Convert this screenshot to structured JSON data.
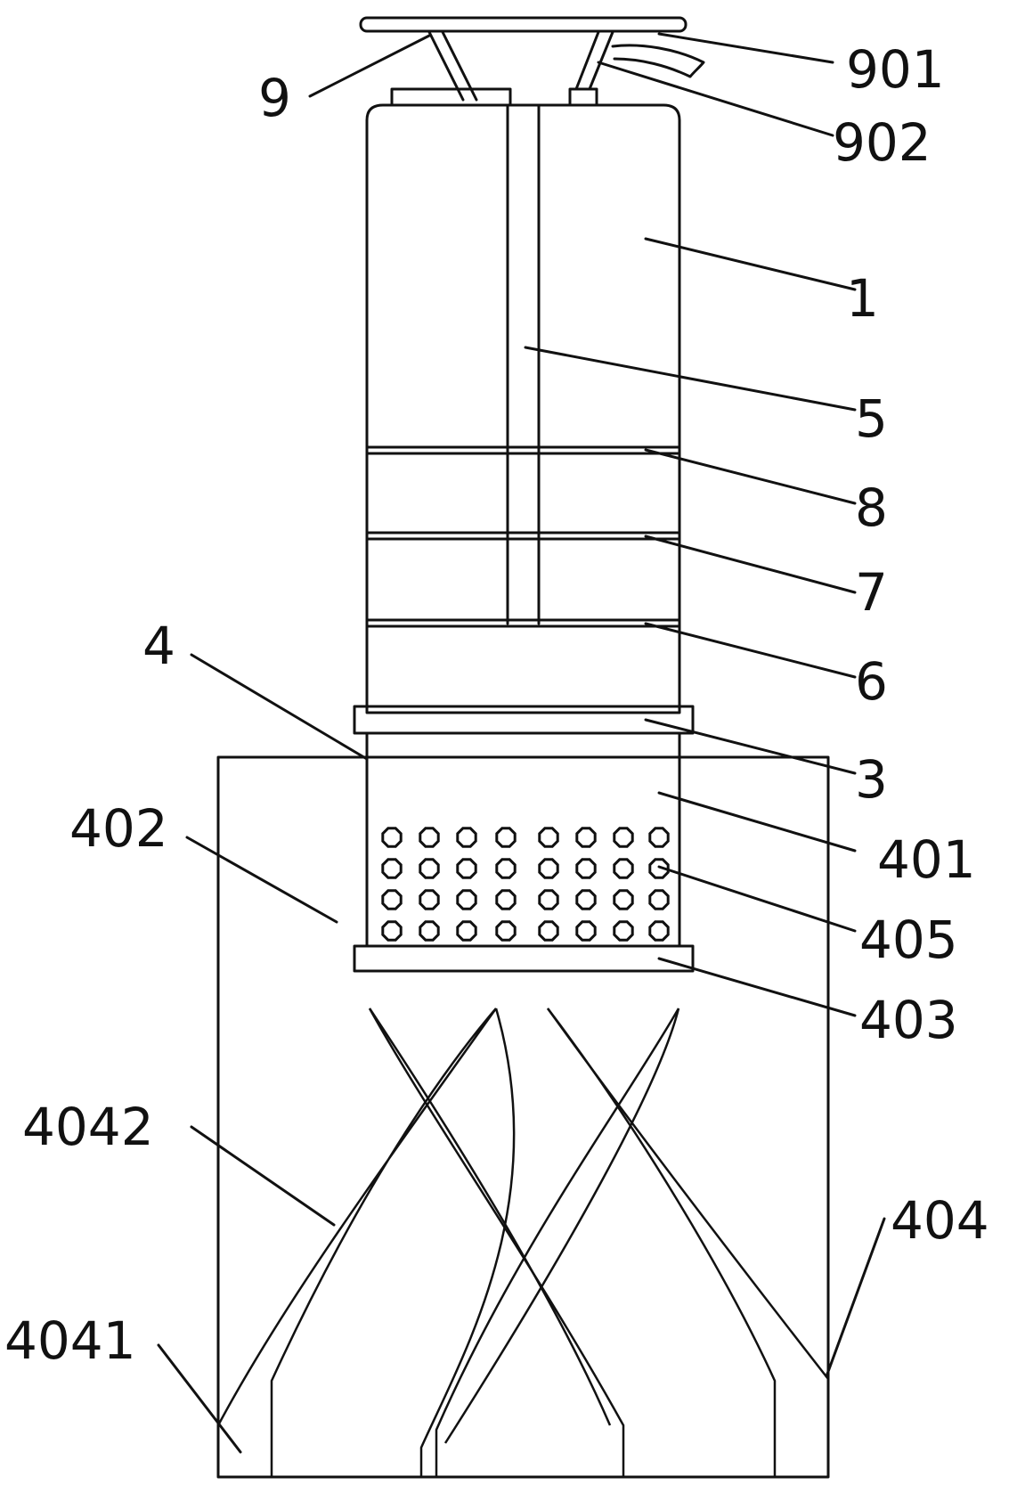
{
  "figure": {
    "labels": {
      "l901": "901",
      "l9": "9",
      "l902": "902",
      "l1": "1",
      "l5": "5",
      "l8": "8",
      "l7": "7",
      "l6": "6",
      "l4": "4",
      "l3": "3",
      "l402": "402",
      "l401": "401",
      "l405": "405",
      "l403": "403",
      "l4042": "4042",
      "l404": "404",
      "l4041": "4041"
    }
  }
}
